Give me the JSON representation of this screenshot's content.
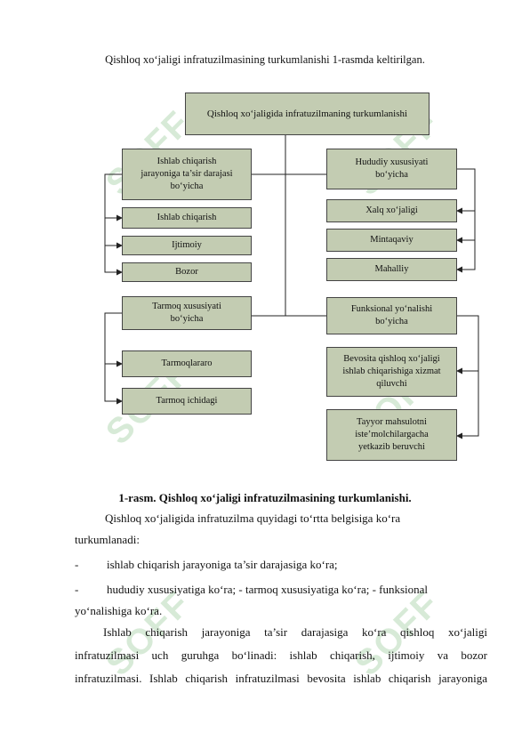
{
  "intro_sentence": "Qishloq xo‘jaligi infratuzilmasining turkumlanishi 1-rasmda keltirilgan.",
  "diagram": {
    "root": "Qishloq xo‘jaligida infratuzilmaning turkumlanishi",
    "left_groups": [
      {
        "title": "Ishlab chiqarish\njarayoniga ta’sir darajasi\nbo‘yicha",
        "items": [
          "Ishlab chiqarish",
          "Ijtimoiy",
          "Bozor"
        ]
      },
      {
        "title": "Tarmoq xususiyati\nbo‘yicha",
        "items": [
          "Tarmoqlararo",
          "Tarmoq ichidagi"
        ]
      }
    ],
    "right_groups": [
      {
        "title": "Hududiy xususiyati\nbo‘yicha",
        "items": [
          "Xalq xo‘jaligi",
          "Mintaqaviy",
          "Mahalliy"
        ]
      },
      {
        "title": "Funksional yo‘nalishi\nbo‘yicha",
        "items": [
          "Bevosita qishloq xo‘jaligi\nishlab chiqarishiga xizmat\nqiluvchi",
          "Tayyor mahsulotni\niste’molchilargacha\nyetkazib beruvchi"
        ]
      }
    ]
  },
  "caption": "1-rasm. Qishloq xo‘jaligi infratuzilmasining turkumlanishi.",
  "paragraph1": {
    "line1": "Qishloq xo‘jaligida infratuzilma quyidagi to‘rtta belgisiga ko‘ra",
    "line2": "turkumlanadi:"
  },
  "list": {
    "dash": "-",
    "item1": "ishlab chiqarish jarayoniga ta’sir darajasiga ko‘ra;",
    "item2": "hududiy xususiyatiga ko‘ra;  - tarmoq xususiyatiga ko‘ra;  - funksional",
    "item2_cont": "yo‘nalishiga ko‘ra."
  },
  "paragraph2": {
    "line1": "Ishlab   chiqarish   jarayoniga   ta’sir   darajasiga   ko‘ra   qishloq   xo‘jaligi",
    "line2": "infratuzilmasi  uch  guruhga  bo‘linadi:  ishlab  chiqarish,  ijtimoiy  va  bozor",
    "line3": "infratuzilmasi. Ishlab chiqarish infratuzilmasi bevosita ishlab chiqarish jarayoniga"
  },
  "watermark": "SOFF"
}
